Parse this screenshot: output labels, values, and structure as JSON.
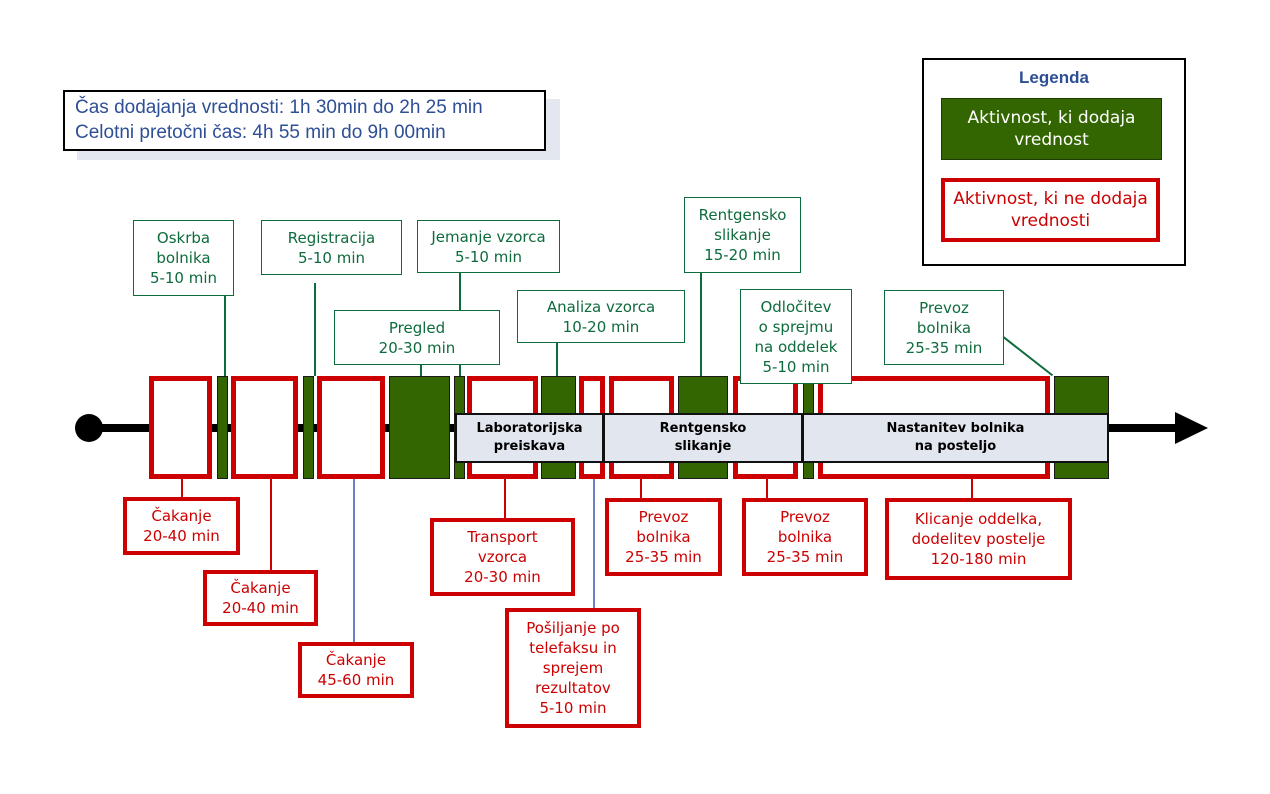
{
  "info": {
    "line1": "Čas dodajanja vrednosti:  1h 30min do 2h 25 min",
    "line2": "Celotni pretočni čas:  4h 55 min do 9h 00min"
  },
  "legend": {
    "title": "Legenda",
    "value_adding": "Aktivnost, ki dodaja vrednost",
    "non_value_adding": "Aktivnost, ki ne dodaja vrednosti"
  },
  "colors": {
    "value_adding": "#336600",
    "non_value_adding": "#cc0000",
    "phase": "#e2e6ee",
    "info_text": "#2e4f96"
  },
  "phases": [
    "Laboratorijska\npreiskava",
    "Rentgensko\nslikanje",
    "Nastanitev bolnika\nna posteljo"
  ],
  "value_adding": [
    "Oskrba\nbolnika\n5-10 min",
    "Registracija\n5-10 min",
    "Jemanje vzorca\n5-10 min",
    "Pregled\n20-30 min",
    "Analiza vzorca\n10-20 min",
    "Rentgensko\nslikanje\n15-20 min",
    "Odločitev\no sprejmu\nna oddelek\n5-10 min",
    "Prevoz\nbolnika\n25-35 min"
  ],
  "non_value_adding": [
    "Čakanje\n20-40 min",
    "Čakanje\n20-40 min",
    "Čakanje\n45-60 min",
    "Transport\nvzorca\n20-30 min",
    "Pošiljanje po\ntelefaksu in\nsprejem\nrezultatov\n5-10 min",
    "Prevoz\nbolnika\n25-35 min",
    "Prevoz\nbolnika\n25-35 min",
    "Klicanje oddelka,\ndodelitev postelje\n120-180 min"
  ]
}
